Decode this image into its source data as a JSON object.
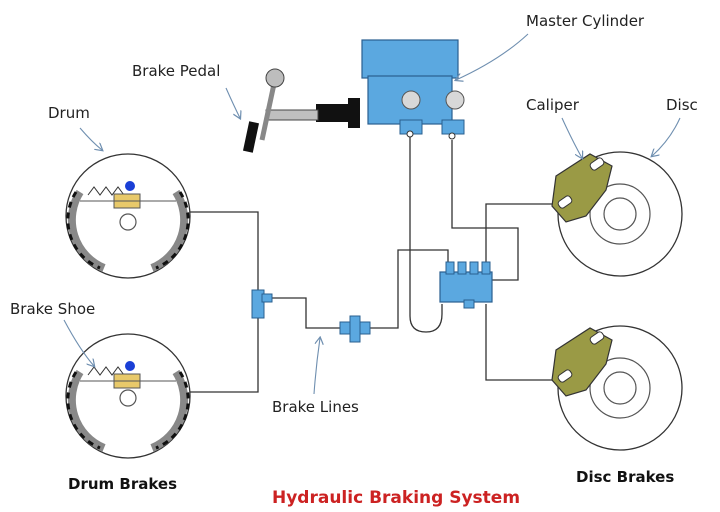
{
  "labels": {
    "master_cylinder": "Master Cylinder",
    "brake_pedal": "Brake Pedal",
    "drum": "Drum",
    "caliper": "Caliper",
    "disc": "Disc",
    "brake_shoe": "Brake Shoe",
    "brake_lines": "Brake Lines",
    "drum_brakes": "Drum Brakes",
    "disc_brakes": "Disc Brakes"
  },
  "title": "Hydraulic Braking System",
  "colors": {
    "title": "#cc2222",
    "hydraulic_part": "#5ba8e0",
    "hydraulic_outline": "#2a5f8f",
    "caliper": "#9a9a45",
    "shoe_lining": "#888888",
    "cylinder_brass": "#e8c96a",
    "spring_ball": "#1a3fd6",
    "pipe": "#333333",
    "arrow": "#6f8fb0"
  }
}
